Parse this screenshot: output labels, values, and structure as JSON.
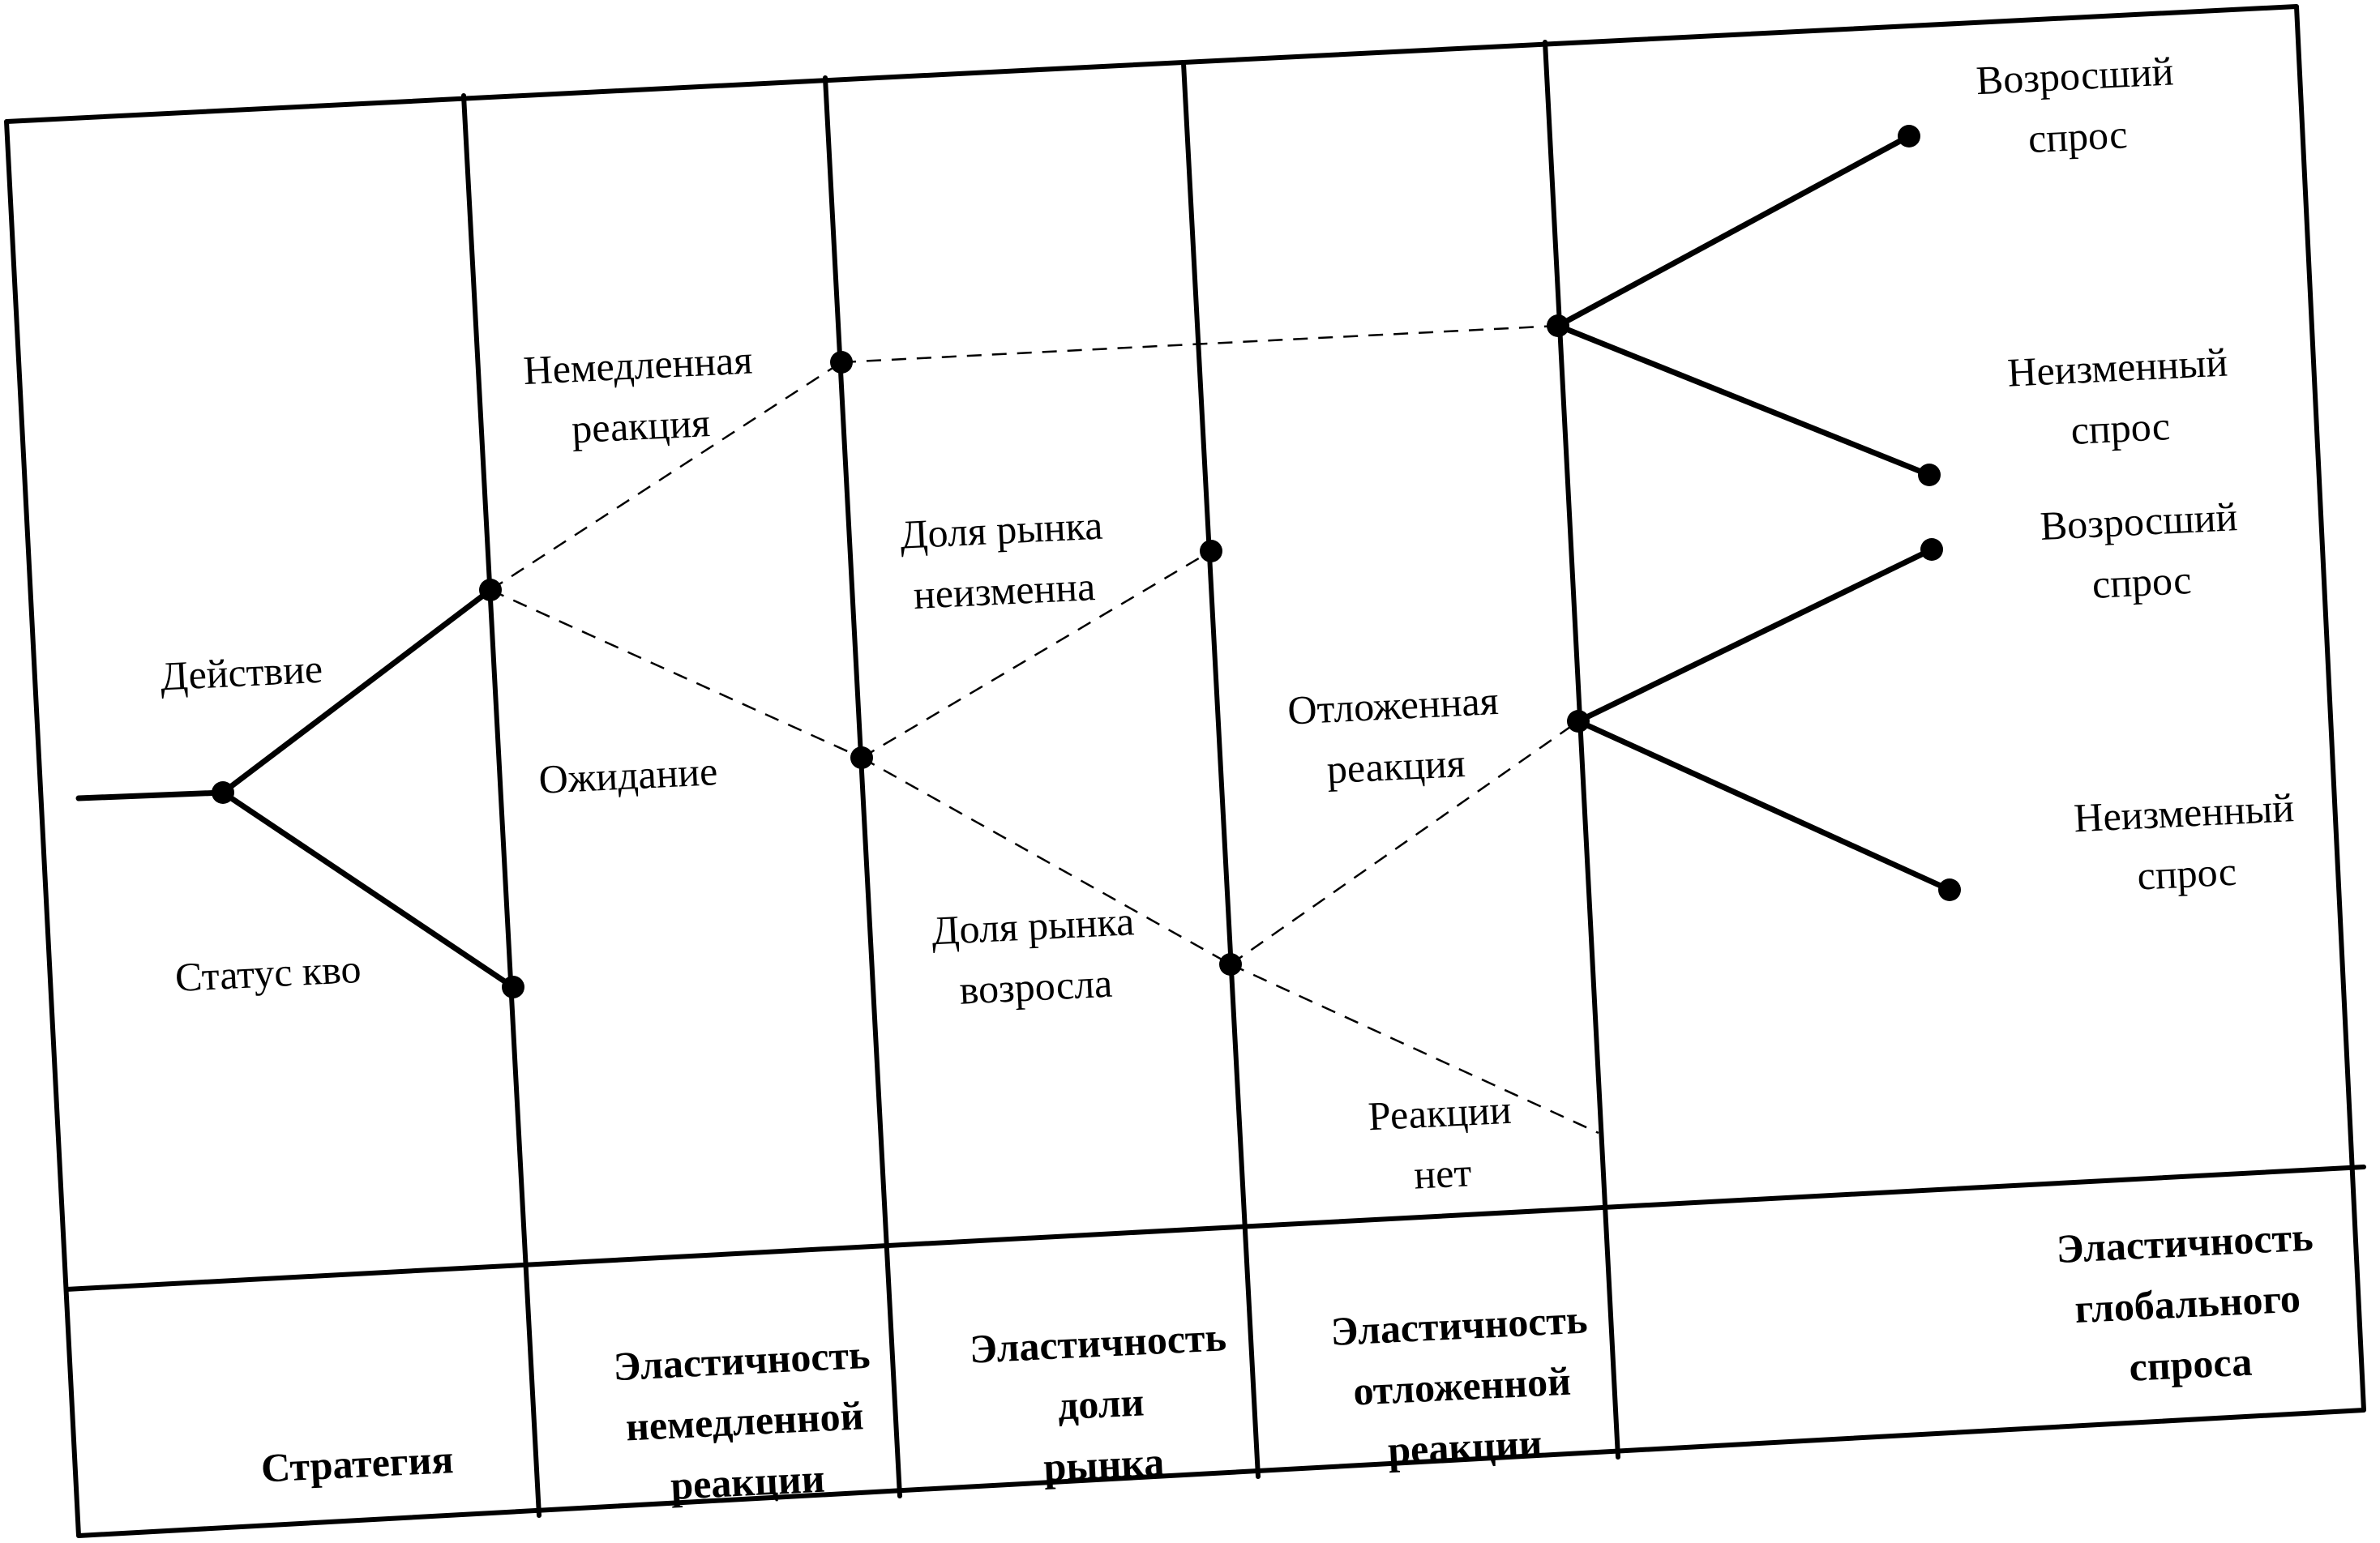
{
  "diagram": {
    "columns": [
      {
        "header": [
          "Стратегия"
        ]
      },
      {
        "header": [
          "Эластичность",
          "немедленной",
          "реакции"
        ]
      },
      {
        "header": [
          "Эластичность",
          "доли",
          "рынка"
        ]
      },
      {
        "header": [
          "Эластичность",
          "отложенной",
          "реакции"
        ]
      },
      {
        "header": [
          "Эластичность",
          "глобального",
          "спроса"
        ]
      }
    ],
    "labels": {
      "action": "Действие",
      "status_quo": "Статус кво",
      "immediate_reaction": [
        "Немедленная",
        "реакция"
      ],
      "waiting": "Ожидание",
      "share_unchanged": [
        "Доля рынка",
        "неизменна"
      ],
      "share_grown": [
        "Доля рынка",
        "возросла"
      ],
      "delayed_reaction": [
        "Отложенная",
        "реакция"
      ],
      "no_reaction": [
        "Реакции",
        "нет"
      ],
      "demand_grown_top": [
        "Возросший",
        "спрос"
      ],
      "demand_same_top": [
        "Неизменный",
        "спрос"
      ],
      "demand_grown_bottom": [
        "Возросший",
        "спрос"
      ],
      "demand_same_bottom": [
        "Неизменный",
        "спрос"
      ]
    }
  }
}
